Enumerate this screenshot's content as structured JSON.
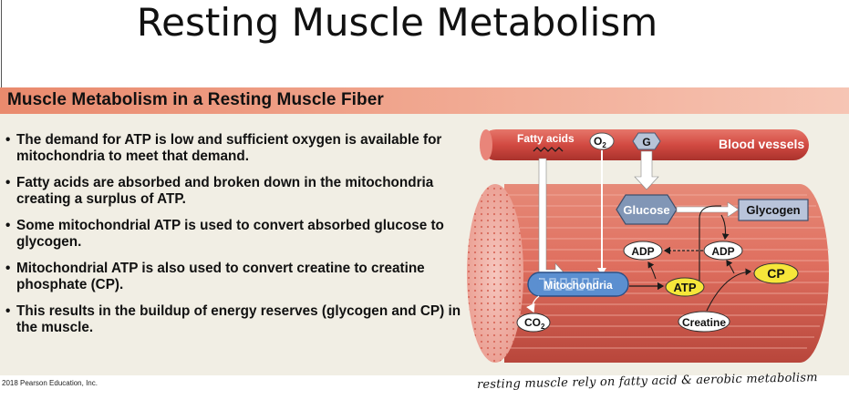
{
  "slide_title": "Resting Muscle Metabolism",
  "panel_title": "Muscle Metabolism in a Resting Muscle Fiber",
  "bullets": [
    "The demand for ATP is low and sufficient oxygen is available for mitochondria to meet that demand.",
    "Fatty acids are absorbed and broken down in the mitochondria creating a surplus of ATP.",
    "Some mitochondrial ATP is used to convert absorbed glucose to glycogen.",
    "Mitochondrial  ATP is also used to convert creatine to creatine phosphate (CP).",
    "This results in the buildup of energy reserves (glycogen and CP) in the muscle."
  ],
  "bullet_symbol": "•",
  "copyright": "2018 Pearson Education, Inc.",
  "handwritten_note": "resting muscle rely on fatty acid & aerobic metabolism",
  "diagram": {
    "fatty_acids": "Fatty acids",
    "oxygen": "O",
    "oxygen_sub": "2",
    "g_label": "G",
    "blood_vessels": "Blood vessels",
    "glucose": "Glucose",
    "glycogen": "Glycogen",
    "adp_left": "ADP",
    "adp_right": "ADP",
    "cp": "CP",
    "mitochondria": "Mitochondria",
    "atp": "ATP",
    "co2": "CO",
    "co2_sub": "2",
    "creatine": "Creatine"
  },
  "colors": {
    "header_gradient_start": "#e98a6d",
    "panel_background": "#f1eee4",
    "muscle_red": "#e07462",
    "vessel_red": "#d9574d",
    "atp_yellow": "#f6e63a",
    "mitochondria_blue": "#5b8fd0",
    "glucose_blue": "#7f95b5"
  }
}
